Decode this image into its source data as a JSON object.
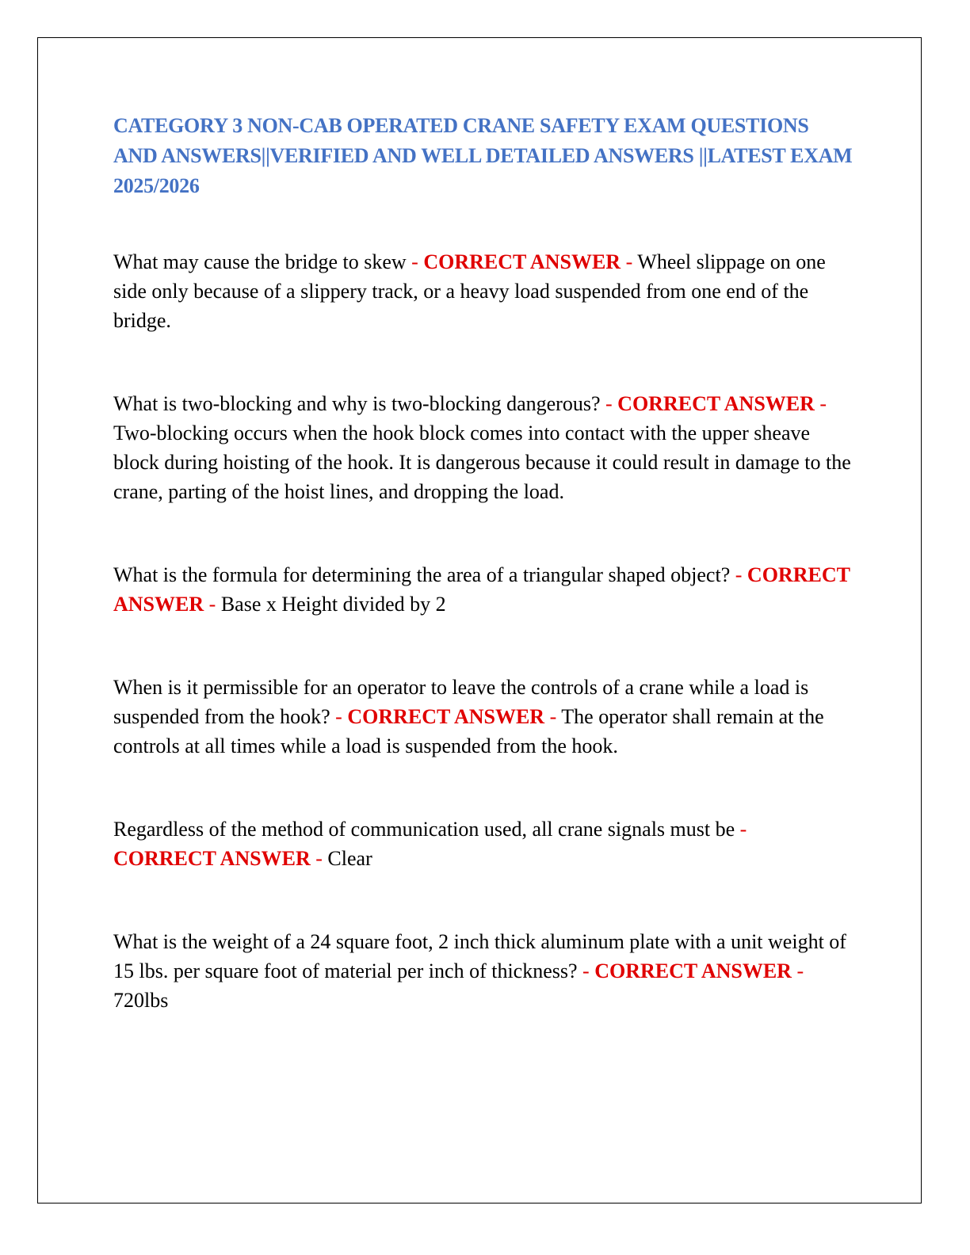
{
  "document": {
    "title": "CATEGORY 3 NON-CAB OPERATED CRANE SAFETY EXAM QUESTIONS AND ANSWERS||VERIFIED AND WELL DETAILED ANSWERS ||LATEST EXAM 2025/2026",
    "answer_label": "CORRECT ANSWER",
    "separator": "-",
    "qa": [
      {
        "question": "What may cause the bridge to skew",
        "answer": "Wheel slippage on one side only because of a slippery track, or a heavy load suspended from one end of the bridge."
      },
      {
        "question": "What is two-blocking and why is two-blocking dangerous?",
        "answer": "Two-blocking occurs when the hook block comes into contact with the upper sheave block during hoisting of the hook. It is dangerous because it could result in damage to the crane, parting of the hoist lines, and dropping the load."
      },
      {
        "question": "What is the formula for determining the area of a triangular shaped object?",
        "answer": "Base x Height divided by 2"
      },
      {
        "question": "When is it permissible for an operator to leave the controls of a crane while a load is suspended from the hook?",
        "answer": "The operator shall remain at the controls at all times while a load is suspended from the hook."
      },
      {
        "question": "Regardless of the method of communication used, all crane signals must be",
        "answer": "Clear"
      },
      {
        "question": "What is the weight of a 24 square foot, 2 inch thick aluminum plate with a unit weight of 15 lbs. per square foot of material per inch of thickness?",
        "answer": "720lbs"
      }
    ]
  },
  "colors": {
    "title": "#4472C4",
    "answer_label": "#E00000",
    "body_text": "#000000",
    "border": "#000000"
  }
}
